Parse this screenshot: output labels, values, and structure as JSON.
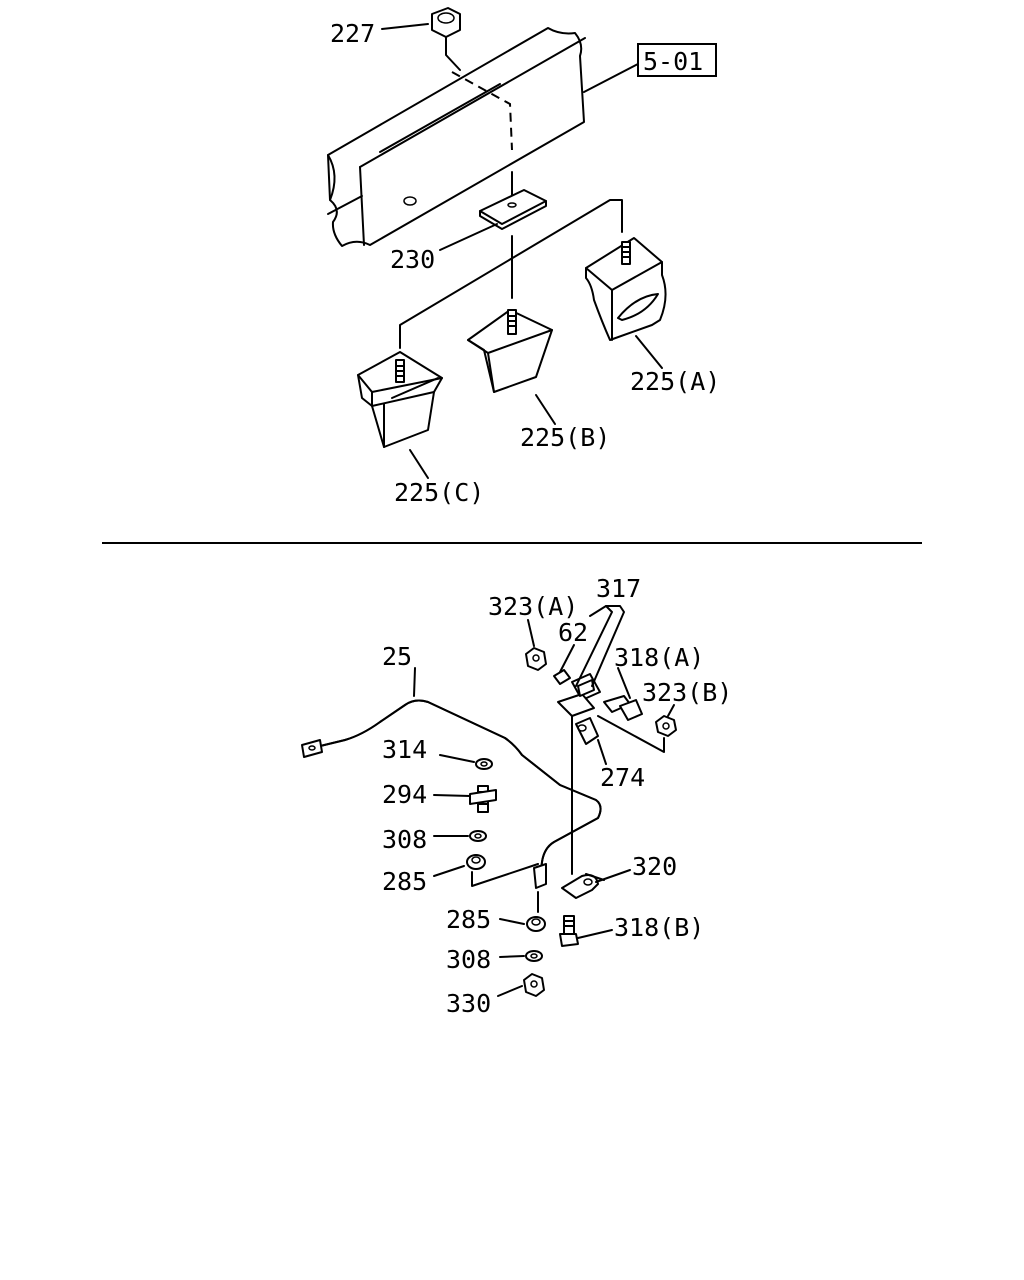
{
  "labels": {
    "p227": "227",
    "ref": "5-01",
    "p230": "230",
    "p225a": "225(A)",
    "p225b": "225(B)",
    "p225c": "225(C)",
    "p317": "317",
    "p323a": "323(A)",
    "p62": "62",
    "p318a": "318(A)",
    "p323b": "323(B)",
    "p25": "25",
    "p314": "314",
    "p294": "294",
    "p274": "274",
    "p308a": "308",
    "p320": "320",
    "p285a": "285",
    "p285b": "285",
    "p318b": "318(B)",
    "p308b": "308",
    "p330": "330"
  }
}
